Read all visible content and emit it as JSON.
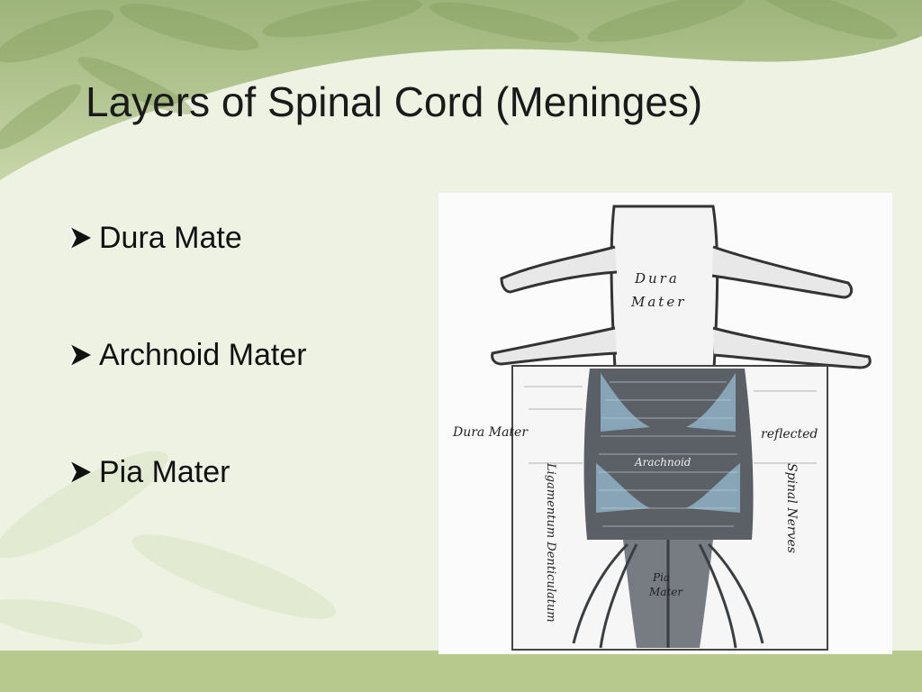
{
  "slide": {
    "title": "Layers of Spinal Cord (Meninges)",
    "bullets": [
      {
        "text": "Dura Mate",
        "icon": "arrow-bullet-icon"
      },
      {
        "text": "Archnoid Mater",
        "icon": "arrow-bullet-icon"
      },
      {
        "text": "Pia Mater",
        "icon": "arrow-bullet-icon"
      }
    ]
  },
  "figure": {
    "labels": {
      "dura_top_1": "Dura",
      "dura_top_2": "Mater",
      "dura_left": "Dura Mater",
      "reflected": "reflected",
      "arachnoid": "Arachnoid",
      "ligamentum": "Ligamentum Denticulatum",
      "spinal_nerves": "Spinal Nerves",
      "pia_1": "Pia",
      "pia_2": "Mater"
    }
  },
  "colors": {
    "background": "#eef2e2",
    "foliage": "#9fb77a",
    "bottom_bar": "#b7c98c"
  }
}
